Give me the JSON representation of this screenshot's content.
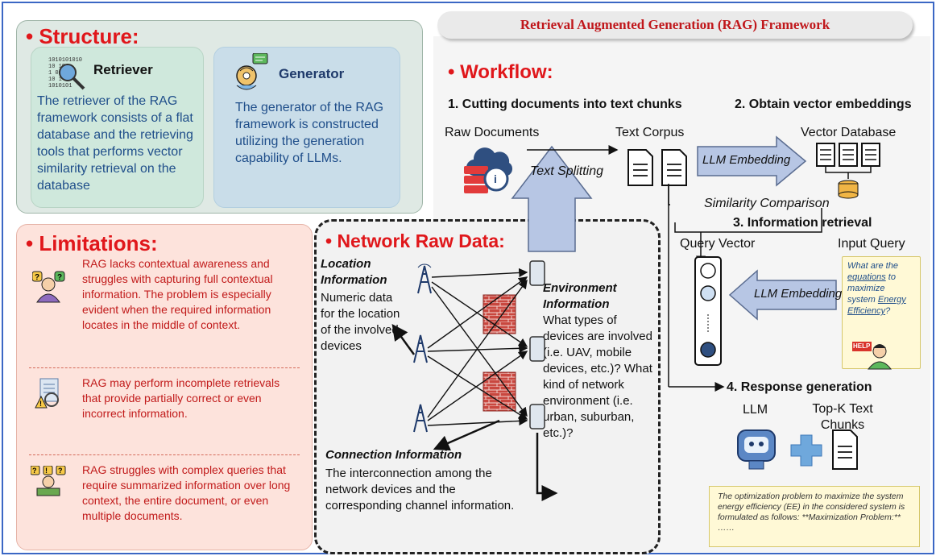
{
  "banner_title": "Retrieval Augmented Generation (RAG) Framework",
  "structure": {
    "title": "• Structure:",
    "retriever": {
      "title": "Retriever",
      "text": "The retriever of the RAG framework consists of a flat database and the retrieving tools that performs vector similarity retrieval on the database"
    },
    "generator": {
      "title": "Generator",
      "text": "The generator of the RAG framework is constructed utilizing the generation capability of LLMs."
    }
  },
  "limitations": {
    "title": "• Limitations:",
    "items": [
      "RAG lacks contextual awareness and struggles with capturing full contextual information. The problem is especially evident when the required information locates in the middle of context.",
      "RAG may perform incomplete retrievals that provide partially correct or even incorrect information.",
      "RAG struggles with complex queries that require summarized information over long context, the entire document, or even multiple documents."
    ]
  },
  "network": {
    "title": "• Network Raw Data:",
    "location_title": "Location Information",
    "location_text": "Numeric data for the location of the involved devices",
    "connection_title": "Connection Information",
    "connection_text": "The interconnection among the network devices and the corresponding channel information.",
    "environment_title": "Environment Information",
    "environment_text": "What types of devices are involved (i.e. UAV, mobile devices, etc.)? What kind of network environment (i.e. urban, suburban, etc.)?"
  },
  "workflow": {
    "title": "• Workflow:",
    "step1": "1. Cutting documents into text chunks",
    "step2": "2. Obtain vector embeddings",
    "step3": "3. Information retrieval",
    "step4": "4. Response generation",
    "raw_documents": "Raw Documents",
    "text_corpus": "Text Corpus",
    "vector_database": "Vector Database",
    "text_splitting": "Text Splitting",
    "llm_embedding": "LLM Embedding",
    "similarity": "Similarity Comparison",
    "query_vector": "Query Vector",
    "input_query": "Input Query",
    "query_parts": [
      "What are the ",
      "equations",
      " to maximize system ",
      "Energy Efficiency",
      "?"
    ],
    "help": "HELP",
    "llm": "LLM",
    "topk": "Top-K Text Chunks",
    "answer": "The optimization problem to maximize the system energy efficiency (EE) in the considered system is formulated as follows: **Maximization Problem:** ……"
  },
  "colors": {
    "accent_red": "#e0171b",
    "frame_blue": "#3b67c4",
    "arrow_fill": "#b7c6e4"
  }
}
